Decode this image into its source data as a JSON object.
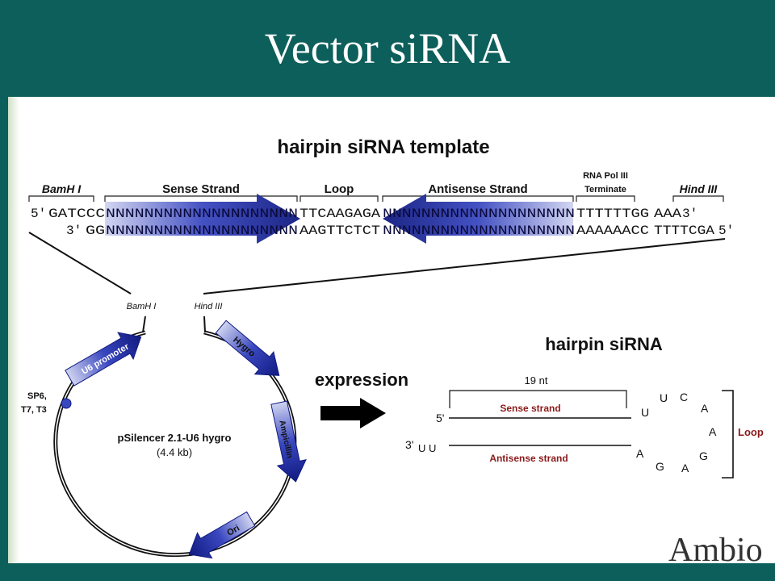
{
  "slide": {
    "title": "Vector siRNA"
  },
  "template": {
    "heading": "hairpin siRNA template",
    "segments": {
      "bamhi": "BamH I",
      "sense": "Sense Strand",
      "loop": "Loop",
      "antisense": "Antisense Strand",
      "terminator_line1": "RNA Pol III",
      "terminator_line2": "Terminate",
      "hindiii": "Hind III"
    },
    "top_strand": {
      "prefix": "5'",
      "restriction": "GATCCC",
      "sense": "NNNNNNNNNNNNNNNNNNNN",
      "loop": "TTCAAGAGA",
      "antisense": "NNNNNNNNNNNNNNNNNNNN",
      "terminator": "TTTTTTGG",
      "end": "AAA",
      "suffix": "3'"
    },
    "bottom_strand": {
      "prefix": "3'",
      "restriction": "GG",
      "sense": "NNNNNNNNNNNNNNNNNNNN",
      "loop": "AAGTTCTCT",
      "antisense": "NNNNNNNNNNNNNNNNNNNN",
      "terminator": "AAAAAACC",
      "end": "TTTTCGA",
      "suffix": "5'"
    }
  },
  "plasmid": {
    "name": "pSilencer 2.1-U6 hygro",
    "size": "(4.4 kb)",
    "site_left": "BamH I",
    "site_right": "Hind III",
    "promoter": "U6 promoter",
    "hygro": "Hygro",
    "ampicillin": "Ampicillin",
    "ori": "Ori",
    "sp6_line1": "SP6,",
    "sp6_line2": "T7, T3"
  },
  "expression": {
    "label": "expression"
  },
  "hairpin": {
    "heading": "hairpin siRNA",
    "length_label": "19 nt",
    "five_prime": "5'",
    "three_prime": "3'",
    "sense_label": "Sense strand",
    "antisense_label": "Antisense strand",
    "overhang": "U U",
    "loop_label": "Loop",
    "loop_bases": [
      "U",
      "U",
      "C",
      "A",
      "A",
      "G",
      "A",
      "G",
      "A"
    ]
  },
  "logo": {
    "text": "Ambio"
  },
  "colors": {
    "background": "#0d5f5b",
    "arrow_blue": "#1a2a9a",
    "strand_red": "#8b1a1a"
  }
}
